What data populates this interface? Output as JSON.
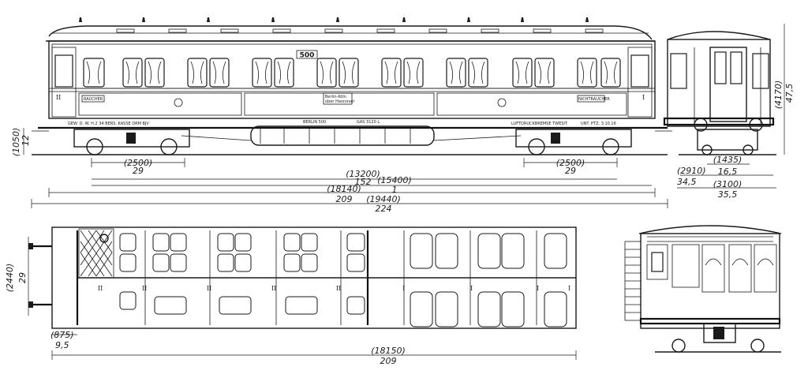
{
  "side_view": {
    "car_number": "500",
    "class_label_left": "II",
    "class_label_right": "I",
    "board_left": "RAUCHER",
    "board_center_line1": "Berlin-Köln",
    "board_center_line2": "über Hannover",
    "board_right": "NICHTRAUCHER",
    "lettering_left": "GEW. D. W.   H.2   34 BERS.   KASSE  DRM  BJV",
    "lettering_center_1": "BERLIN 500",
    "lettering_center_2": "GAS  3120 L",
    "lettering_right_1": "LUFTDRUCKBREMSE TWESIT",
    "lettering_right_2": "UNT. PTZ.  3.10.16"
  },
  "dimensions": {
    "bogie_left_mm": "(2500)",
    "bogie_left_in": "29",
    "bogie_right_mm": "(2500)",
    "bogie_right_in": "29",
    "pivot_mm": "(13200)",
    "pivot_in": "152",
    "body_mm": "(15400)",
    "body_in": "1",
    "frame_mm": "(18140)",
    "frame_in": "209",
    "overall_mm": "(19440)",
    "overall_in": "224",
    "buffer_height_mm": "(1050)",
    "buffer_height_in": "12",
    "end_gauge_mm": "(1435)",
    "end_gauge_in": "16,5",
    "end_width1_mm": "(2910)",
    "end_width1_in": "34,5",
    "end_width2_mm": "(3100)",
    "end_width2_in": "35,5",
    "end_height_mm": "(4170)",
    "end_height_in": "47,5",
    "plan_width_mm": "(2440)",
    "plan_width_in": "29",
    "plan_end_mm": "(875)",
    "plan_end_in": "9,5",
    "plan_length_mm": "(18150)",
    "plan_length_in": "209"
  },
  "plan_view": {
    "compartment_labels": [
      "II",
      "II",
      "II",
      "II",
      "II",
      "I",
      "I",
      "I",
      "I"
    ]
  }
}
